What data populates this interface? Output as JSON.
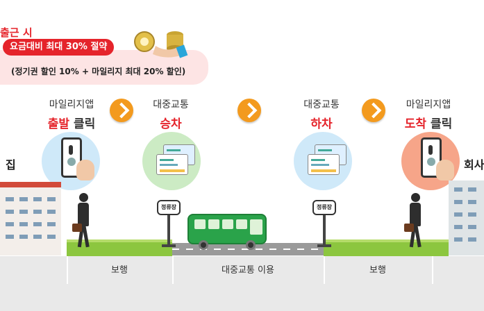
{
  "header": {
    "title": "출근 시",
    "pill": "요금대비 최대 30% 절약",
    "sub": "(정기권 할인 10% + 마일리지 최대 20% 할인)"
  },
  "steps": [
    {
      "line1": "마일리지앱",
      "line2_red": "출발",
      "line2_black": " 클릭"
    },
    {
      "line1": "대중교통",
      "line2_red": "승차",
      "line2_black": ""
    },
    {
      "line1": "대중교통",
      "line2_red": "하차",
      "line2_black": ""
    },
    {
      "line1": "마일리지앱",
      "line2_red": "도착",
      "line2_black": " 클릭"
    }
  ],
  "places": {
    "home": "집",
    "office": "회사"
  },
  "stops": {
    "left": "정류장",
    "right": "정류장"
  },
  "ground_labels": {
    "walk_left": "보행",
    "transit": "대중교통 이용",
    "walk_right": "보행"
  },
  "colors": {
    "accent_red": "#e5242b",
    "arrow_orange": "#f39a1e",
    "grass": "#8cc63f"
  }
}
